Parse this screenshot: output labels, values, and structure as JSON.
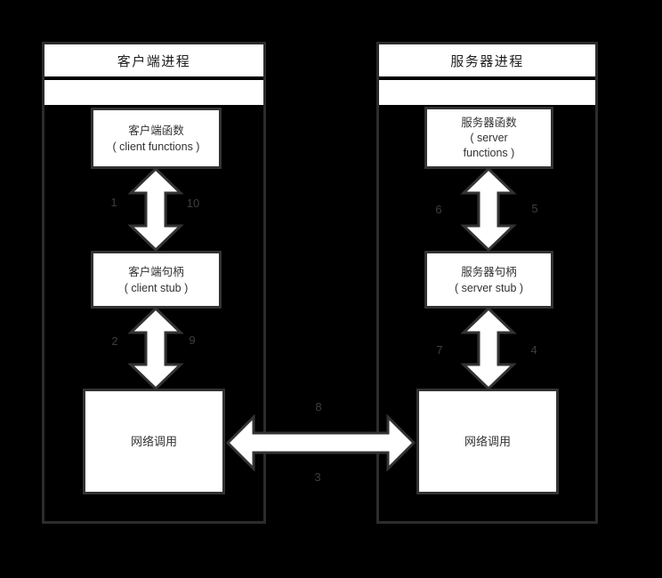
{
  "client": {
    "title": "客户端进程",
    "functions": {
      "zh": "客户端函数",
      "en": "( client functions )"
    },
    "stub": {
      "zh": "客户端句柄",
      "en": "( client stub )"
    },
    "network": "网络调用"
  },
  "server": {
    "title": "服务器进程",
    "functions": {
      "zh": "服务器函数",
      "en1": "( server",
      "en2": "functions )"
    },
    "stub": {
      "zh": "服务器句柄",
      "en": "( server stub )"
    },
    "network": "网络调用"
  },
  "steps": {
    "s1": "1",
    "s2": "2",
    "s3": "3",
    "s4": "4",
    "s5": "5",
    "s6": "6",
    "s7": "7",
    "s8": "8",
    "s9": "9",
    "s10": "10"
  },
  "colors": {
    "background": "#000000",
    "box_fill": "#ffffff",
    "box_border": "#333333",
    "container_border": "#2c2c2c",
    "box_text": "#333333",
    "title_text": "#1f1f1f",
    "step_text": "#3e3e3e",
    "arrow_fill": "#ffffff",
    "arrow_outline": "#333333"
  }
}
